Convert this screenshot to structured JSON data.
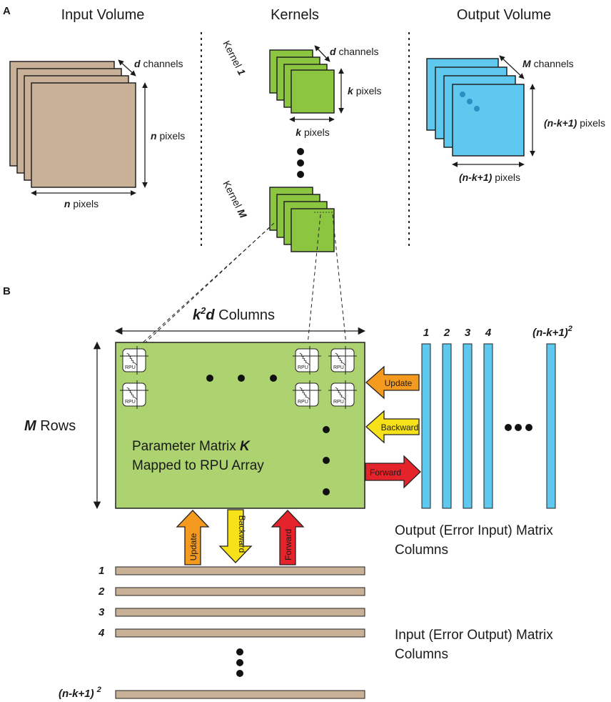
{
  "panel_a": {
    "letter": "A",
    "input_title": "Input Volume",
    "kernels_title": "Kernels",
    "output_title": "Output Volume",
    "input_depth_var": "d",
    "input_depth_unit": "channels",
    "input_height_var": "n",
    "input_height_unit": "pixels",
    "input_width_var": "n",
    "input_width_unit": "pixels",
    "kernel1_prefix": "Kernel",
    "kernel1_index": "1",
    "kernelM_prefix": "Kernel",
    "kernelM_index": "M",
    "kernel_depth_var": "d",
    "kernel_depth_unit": "channels",
    "kernel_height_var": "k",
    "kernel_height_unit": "pixels",
    "kernel_width_var": "k",
    "kernel_width_unit": "pixels",
    "output_depth_var": "M",
    "output_depth_unit": "channels",
    "output_height_var": "(n-k+1)",
    "output_height_unit": "pixels",
    "output_width_var": "(n-k+1)",
    "output_width_unit": "pixels"
  },
  "panel_b": {
    "letter": "B",
    "columns_var_base": "k",
    "columns_var_exp": "2",
    "columns_var_tail": "d",
    "columns_unit": "Columns",
    "rows_var": "M",
    "rows_unit": "Rows",
    "matrix_line1_text": "Parameter Matrix",
    "matrix_line1_var": "K",
    "matrix_line2": "Mapped to RPU Array",
    "rpu_label": "RPU",
    "arrows": {
      "update": "Update",
      "backward": "Backward",
      "forward": "Forward"
    },
    "output_column_labels": [
      "1",
      "2",
      "3",
      "4"
    ],
    "output_last_label_base": "(n-k+1)",
    "output_last_label_exp": "2",
    "output_caption_line1": "Output (Error Input) Matrix",
    "output_caption_line2": "Columns",
    "input_row_labels": [
      "1",
      "2",
      "3",
      "4"
    ],
    "input_last_label_base": "(n-k+1)",
    "input_last_label_exp": "2",
    "input_caption_line1": "Input (Error Output) Matrix",
    "input_caption_line2": "Columns"
  },
  "colors": {
    "input_fill": "#c8b196",
    "kernel_fill": "#8cc641",
    "output_fill": "#5ec8ee",
    "matrix_fill": "#acd36f",
    "update_arrow": "#f39a1f",
    "backward_arrow": "#f7e21a",
    "forward_arrow": "#e5232a"
  }
}
